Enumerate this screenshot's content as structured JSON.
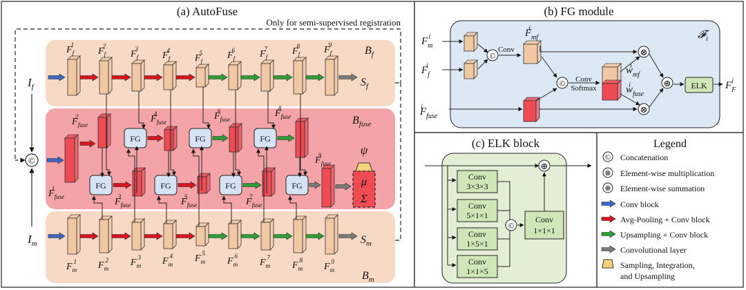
{
  "panels": {
    "autofuse": {
      "title": "(a) AutoFuse",
      "note": "Only for semi-supervised registration"
    },
    "fg": {
      "title": "(b) FG module"
    },
    "elk": {
      "title": "(c) ELK block"
    },
    "legend": {
      "title": "Legend"
    }
  },
  "colors": {
    "branch_bg": "#f8d9c5",
    "fuse_bg": "#f4a3a8",
    "fg_bg": "#dce8f4",
    "elk_bg": "#e2efd6",
    "block_peach": "#f1c8a4",
    "block_red": "#ef4b55",
    "fg_box": "#d5e3f3",
    "conv_green": "#cfe6b8",
    "arrow_blue": "#3f67c6",
    "arrow_red": "#d9141f",
    "arrow_green": "#2e9e37",
    "arrow_gray": "#7a7a7a",
    "sampling_yellow": "#f5d27a"
  },
  "autofuse": {
    "inputs": {
      "fixed": "I",
      "fixed_sub": "f",
      "moving": "I",
      "moving_sub": "m"
    },
    "outputs": {
      "fixed": "S",
      "fixed_sub": "f",
      "moving": "S",
      "moving_sub": "m"
    },
    "branch_labels": {
      "fixed": "B",
      "fixed_sub": "f",
      "fuse": "B",
      "fuse_sub": "fuse",
      "moving": "B",
      "moving_sub": "m"
    },
    "fixed_features": [
      {
        "sub": "f",
        "sup": "1"
      },
      {
        "sub": "f",
        "sup": "2"
      },
      {
        "sub": "f",
        "sup": "3"
      },
      {
        "sub": "f",
        "sup": "4"
      },
      {
        "sub": "f",
        "sup": "5"
      },
      {
        "sub": "f",
        "sup": "6"
      },
      {
        "sub": "f",
        "sup": "7"
      },
      {
        "sub": "f",
        "sup": "8"
      },
      {
        "sub": "f",
        "sup": "9"
      }
    ],
    "moving_features": [
      {
        "sub": "m",
        "sup": "1"
      },
      {
        "sub": "m",
        "sup": "2"
      },
      {
        "sub": "m",
        "sup": "3"
      },
      {
        "sub": "m",
        "sup": "4"
      },
      {
        "sub": "m",
        "sup": "5"
      },
      {
        "sub": "m",
        "sup": "6"
      },
      {
        "sub": "m",
        "sup": "7"
      },
      {
        "sub": "m",
        "sup": "8"
      },
      {
        "sub": "m",
        "sup": "9"
      }
    ],
    "fuse_features": [
      {
        "sub": "fuse",
        "sup": "1"
      },
      {
        "sub": "fuse",
        "sup": "2"
      },
      {
        "sub": "fuse",
        "sup": "3"
      },
      {
        "sub": "fuse",
        "sup": "4"
      },
      {
        "sub": "fuse",
        "sup": "5"
      },
      {
        "sub": "fuse",
        "sup": "6"
      },
      {
        "sub": "fuse",
        "sup": "7"
      },
      {
        "sub": "fuse",
        "sup": "8"
      },
      {
        "sub": "fuse",
        "sup": "9"
      }
    ],
    "base_symbol": "F",
    "fg_label": "FG",
    "concat_symbol": "©",
    "psi": "ψ",
    "mu": "μ",
    "sigma": "Σ"
  },
  "fg": {
    "in_m": {
      "base": "F",
      "sub": "m",
      "sup": "i"
    },
    "in_f": {
      "base": "F",
      "sub": "f",
      "sup": "i"
    },
    "in_fuse": {
      "base": "F",
      "sub": "fuse",
      "sup": "i"
    },
    "mf": {
      "base": "F",
      "sub": "mf",
      "sup": "i"
    },
    "w_mf": {
      "base": "w",
      "sub": "mf",
      "sup": "i"
    },
    "w_fuse": {
      "base": "w",
      "sub": "fuse",
      "sup": "i"
    },
    "out": {
      "base": "F",
      "sub": "F",
      "sup": "i"
    },
    "conv1": "Conv",
    "conv2": "Conv",
    "softmax": "Softmax",
    "elk": "ELK",
    "script_f": "𝓕",
    "script_sub": "i",
    "concat": "©",
    "mult": "⊗",
    "sum": "⊕"
  },
  "elk": {
    "convs": [
      {
        "name": "Conv",
        "kernel": "3×3×3"
      },
      {
        "name": "Conv",
        "kernel": "5×1×1"
      },
      {
        "name": "Conv",
        "kernel": "1×5×1"
      },
      {
        "name": "Conv",
        "kernel": "1×1×5"
      }
    ],
    "final_conv": {
      "name": "Conv",
      "kernel": "1×1×1"
    },
    "concat": "©",
    "sum": "⊕"
  },
  "legend": {
    "items": [
      {
        "symbol": "©",
        "label": "Concatenation"
      },
      {
        "symbol": "⊗",
        "label": "Element-wise multiplication"
      },
      {
        "symbol": "⊕",
        "label": "Element-wise summation"
      },
      {
        "symbol": "blue-arrow",
        "label": "Conv block"
      },
      {
        "symbol": "red-arrow",
        "label": "Avg-Pooling + Conv block"
      },
      {
        "symbol": "green-arrow",
        "label": "Upsampling + Conv block"
      },
      {
        "symbol": "gray-arrow",
        "label": "Convolutional layer"
      },
      {
        "symbol": "yellow-trapezoid",
        "label": "Sampling, Integration,"
      },
      {
        "symbol": "",
        "label": "and Upsampling"
      }
    ]
  }
}
